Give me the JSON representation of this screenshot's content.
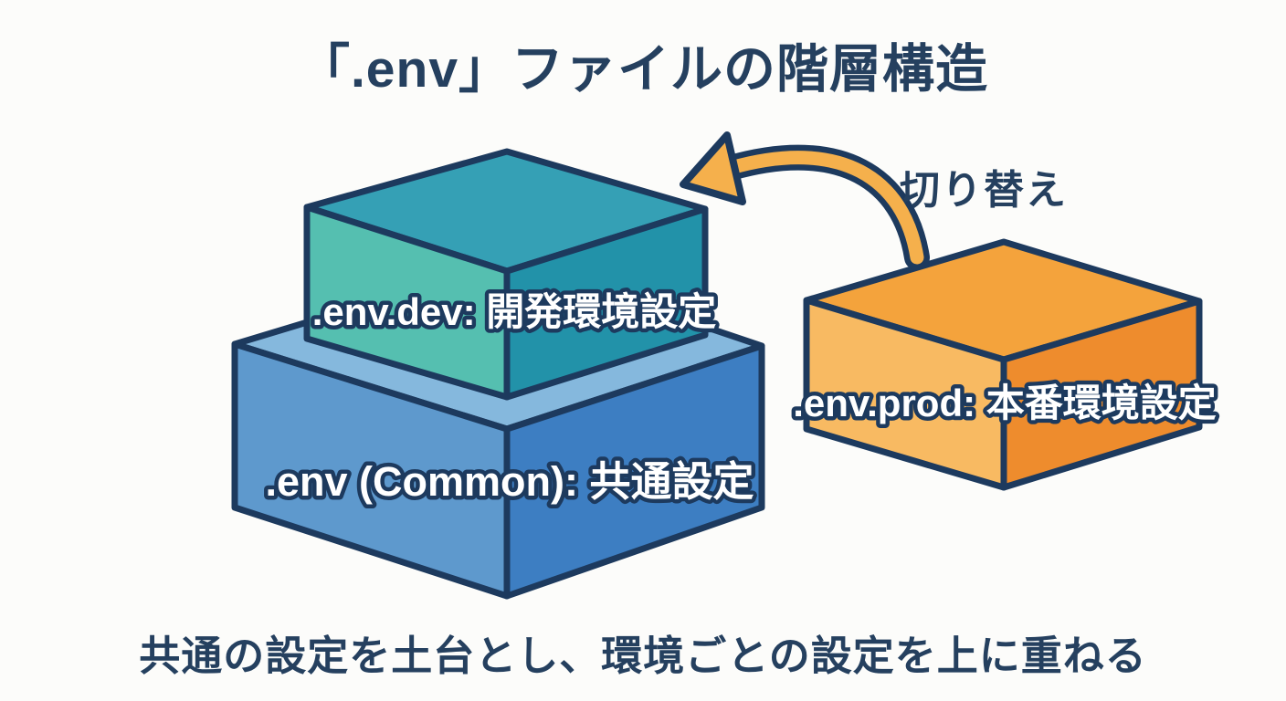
{
  "title": "「.env」ファイルの階層構造",
  "caption": "共通の設定を土台とし、環境ごとの設定を上に重ねる",
  "arrow": {
    "label": "切り替え",
    "color": "#f5b04c",
    "outline": "#1d3a5e",
    "meaning": "switch from prod box toward dev box"
  },
  "boxes": {
    "dev": {
      "label": ".env.dev: 開発環境設定",
      "top_color": "#35a0b5",
      "left_color": "#55bfb0",
      "right_color": "#2292a9"
    },
    "common": {
      "label": ".env (Common): 共通設定",
      "top_color": "#85b8dd",
      "left_color": "#5e99cd",
      "right_color": "#3d7ec2"
    },
    "prod": {
      "label": ".env.prod: 本番環境設定",
      "top_color": "#f4a33c",
      "left_color": "#f8ba62",
      "right_color": "#ee8c2d"
    }
  },
  "colors": {
    "background": "#fcfcfa",
    "outline": "#1d3a5e",
    "heading_text": "#25405f",
    "label_fill": "#ffffff"
  }
}
